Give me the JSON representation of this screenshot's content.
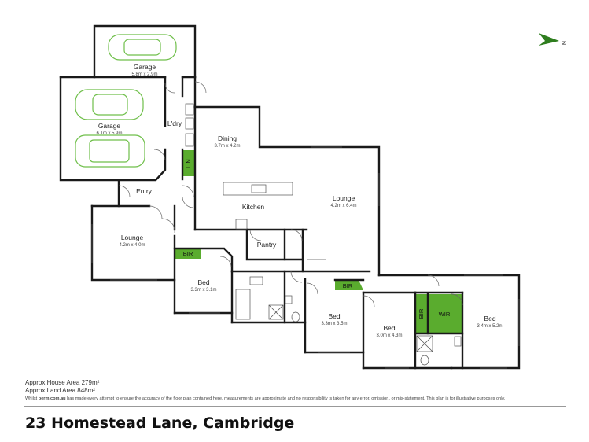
{
  "rooms": {
    "garage_top": {
      "name": "Garage",
      "dim": "5.8m x 2.9m"
    },
    "garage_main": {
      "name": "Garage",
      "dim": "6.1m x 5.9m"
    },
    "laundry": {
      "name": "L'dry"
    },
    "linen": {
      "name": "LIN"
    },
    "dining": {
      "name": "Dining",
      "dim": "3.7m x 4.2m"
    },
    "entry": {
      "name": "Entry"
    },
    "kitchen": {
      "name": "Kitchen"
    },
    "lounge_main": {
      "name": "Lounge",
      "dim": "4.2m x 6.4m"
    },
    "lounge_front": {
      "name": "Lounge",
      "dim": "4.2m x 4.0m"
    },
    "pantry": {
      "name": "Pantry"
    },
    "bir_1": {
      "name": "BIR"
    },
    "bed_1": {
      "name": "Bed",
      "dim": "3.3m x 3.1m"
    },
    "bir_2": {
      "name": "BIR"
    },
    "bed_2": {
      "name": "Bed",
      "dim": "3.3m x 3.5m"
    },
    "bed_3": {
      "name": "Bed",
      "dim": "3.0m x 4.3m"
    },
    "bir_3": {
      "name": "BIR"
    },
    "wir": {
      "name": "WIR"
    },
    "bed_4": {
      "name": "Bed",
      "dim": "3.4m x 5.2m"
    }
  },
  "north_label": "N",
  "areas": {
    "house": "Approx House Area 279m²",
    "land": "Approx Land Area 848m²"
  },
  "disclaimer": {
    "prefix": "Whilst ",
    "brand": "berm.com.au",
    "suffix": " has made every attempt to ensure the accuracy of the floor plan contained here, measurements are approximate and no responsibility is taken for any error, omission, or mis-statement. This plan is for illustrative purposes only."
  },
  "address": "23 Homestead Lane, Cambridge",
  "colors": {
    "accent_green": "#5aac2e",
    "car_outline": "#6fbf4a",
    "wall": "#1a1a1a"
  }
}
